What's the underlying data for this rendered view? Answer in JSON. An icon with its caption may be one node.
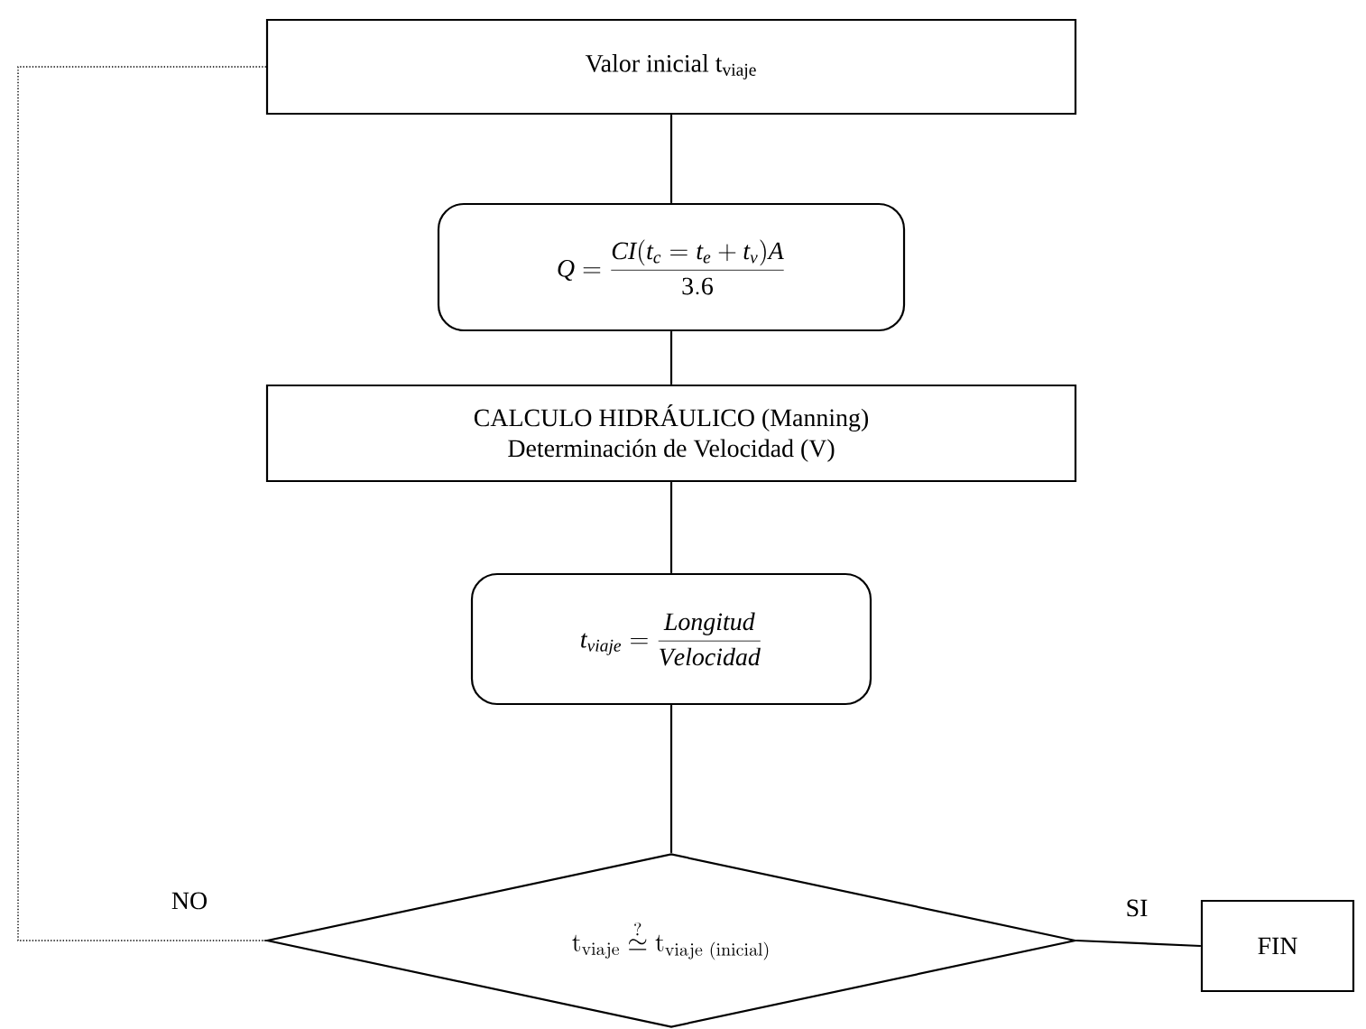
{
  "diagram": {
    "nodes": [
      {
        "text": [
          "Valor inicial t$_{viaje}$"
        ]
      },
      {
        "text": [
          "Q = \\frac{CI(t_c = t_e + t_v)A}{3.6}"
        ]
      },
      {
        "text": [
          "CALCULO HIDRÁULICO (Manning)",
          "Determinación de Velocidad (V)"
        ]
      },
      {
        "text": [
          "t_{viaje} = \\frac{Longitud}{Velocidad}"
        ]
      },
      {
        "text": [
          "\\mathrm{t}_{\\mathrm{viaje}} \\stackrel{?}{\\simeq} \\mathrm{t}_{\\mathrm{viaje\\ (inicial)}}"
        ]
      },
      {
        "text": [
          "FIN"
        ]
      }
    ],
    "edges": [
      {
        "from": 0,
        "to": 1,
        "arrow": "none"
      },
      {
        "from": 1,
        "to": 2,
        "arrow": "none"
      },
      {
        "from": 2,
        "to": 3,
        "arrow": "none"
      },
      {
        "from": 3,
        "to": 4,
        "arrow": "none"
      },
      {
        "from": 4,
        "to": 5,
        "arrow": "none",
        "label": "SI"
      },
      {
        "from": 4,
        "to": 0,
        "arrow": "none",
        "label": "NO",
        "style": "dashed"
      }
    ]
  }
}
